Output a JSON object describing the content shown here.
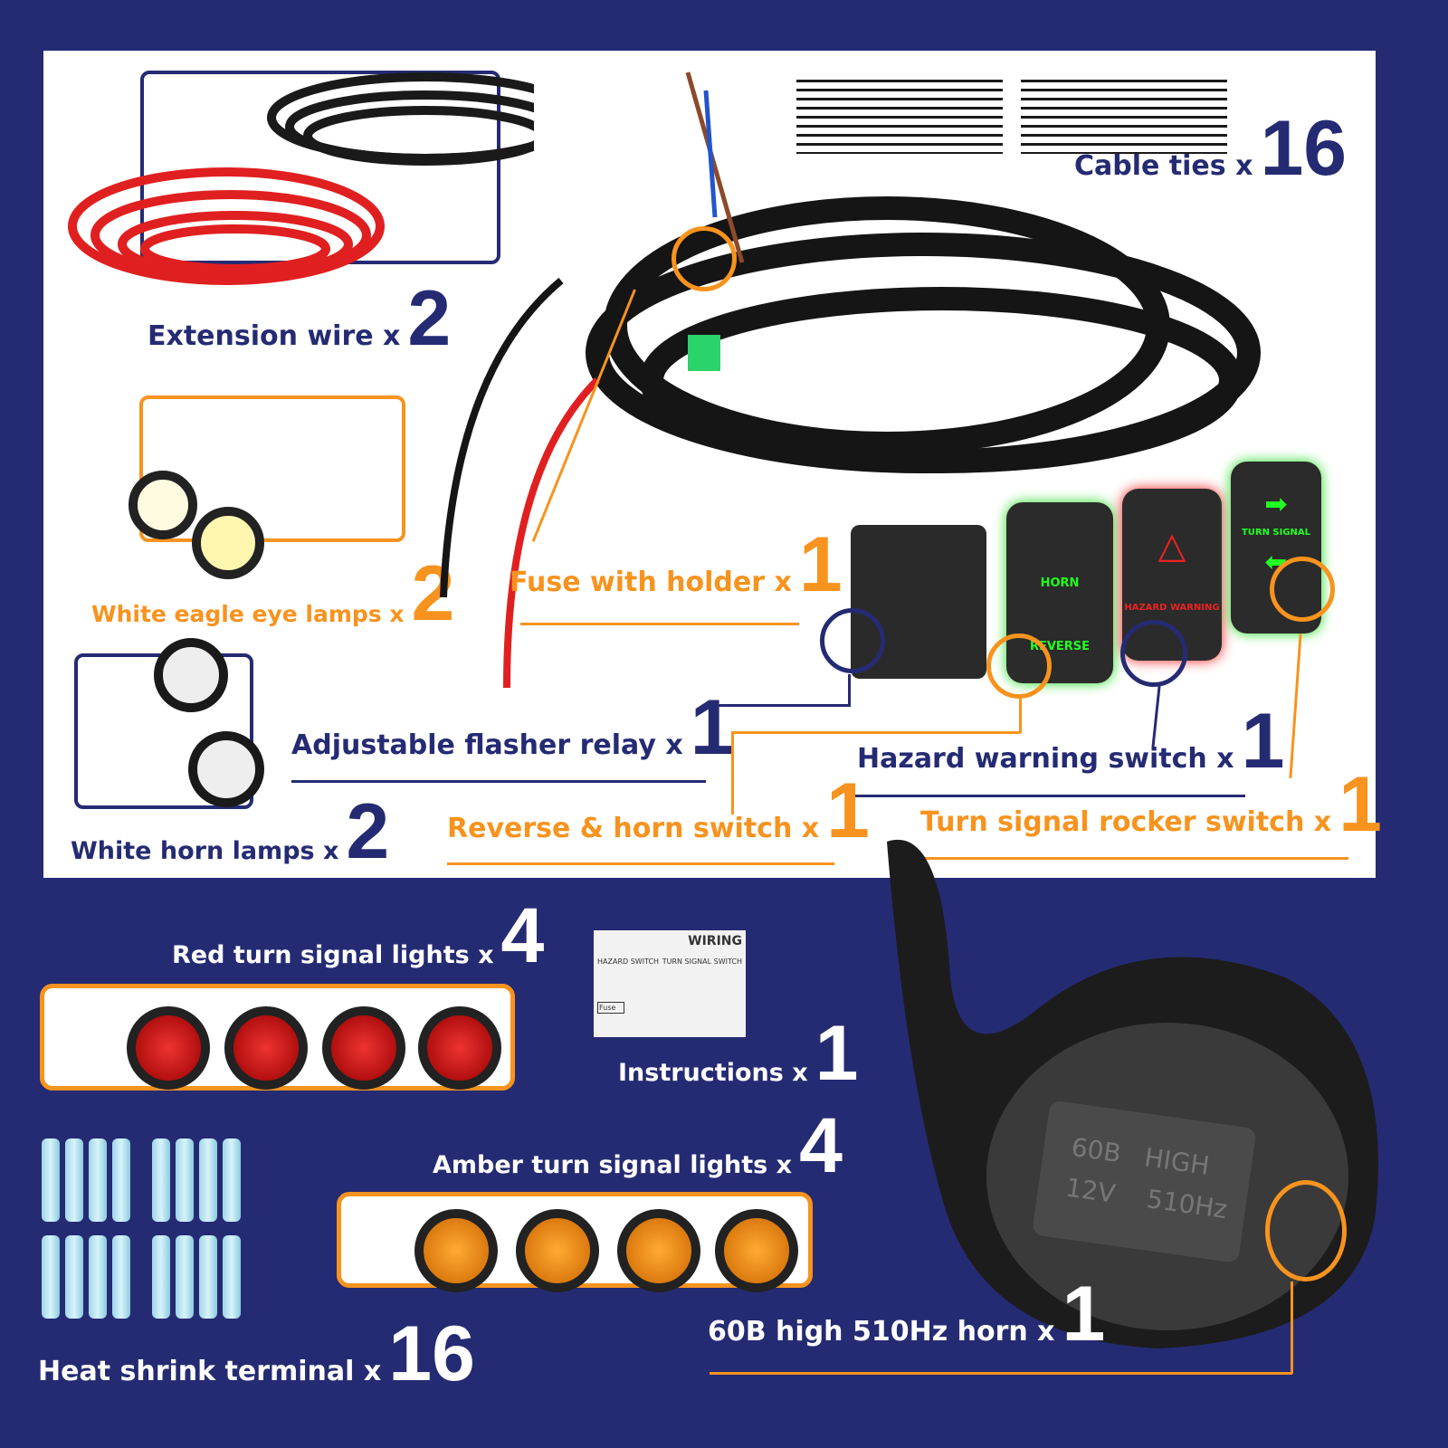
{
  "labels": {
    "extension_wire": {
      "text": "Extension wire  x",
      "qty": "2"
    },
    "eagle_eye": {
      "text": "White eagle eye lamps x",
      "qty": "2"
    },
    "horn_lamps": {
      "text": "White horn lamps x",
      "qty": "2"
    },
    "fuse": {
      "text": "Fuse with holder x",
      "qty": "1"
    },
    "flasher": {
      "text": "Adjustable flasher relay x",
      "qty": "1"
    },
    "hazard": {
      "text": "Hazard warning switch x",
      "qty": "1"
    },
    "reverse_horn": {
      "text": "Reverse & horn switch x",
      "qty": "1"
    },
    "turn_signal": {
      "text": "Turn signal rocker switch x",
      "qty": "1"
    },
    "cable_ties": {
      "text": "Cable ties  x",
      "qty": "16"
    },
    "red_lights": {
      "text": "Red turn signal lights x",
      "qty": "4"
    },
    "instructions": {
      "text": "Instructions x",
      "qty": "1"
    },
    "amber_lights": {
      "text": "Amber turn signal lights x",
      "qty": "4"
    },
    "heat_shrink": {
      "text": "Heat shrink terminal x",
      "qty": "16"
    },
    "horn": {
      "text": "60B high 510Hz horn x",
      "qty": "1"
    }
  },
  "switch_text": {
    "horn": "HORN",
    "reverse": "REVERSE",
    "turn": "TURN SIGNAL",
    "hazard": "HAZARD WARNING"
  },
  "instructions_sheet": {
    "title": "WIRING",
    "hazard": "HAZARD SWITCH",
    "turn": "TURN SIGNAL SWITCH",
    "fuse": "Fuse"
  },
  "horn_text": {
    "a": "60B",
    "b": "HIGH",
    "c": "12V",
    "d": "510Hz"
  },
  "colors": {
    "navy": "#252b73",
    "orange": "#f7931e",
    "green_glow": "#22dd22",
    "red": "#e01b1b",
    "amber": "#f08a00"
  }
}
